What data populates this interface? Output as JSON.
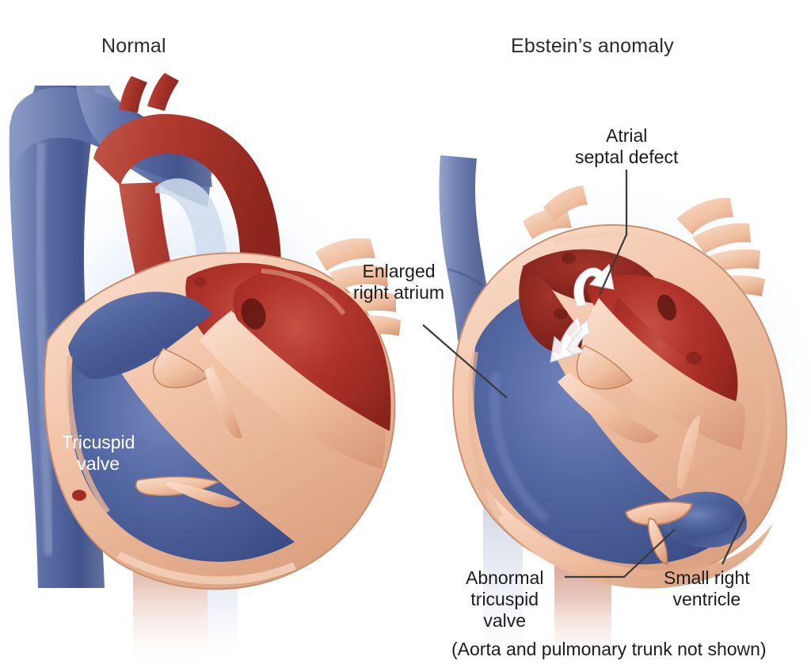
{
  "figure": {
    "kind": "medical-illustration",
    "subject": "Comparison of a normal heart and a heart with Ebstein's anomaly",
    "caption": "(Aorta and pulmonary trunk not shown)"
  },
  "panels": {
    "left": {
      "title": "Normal",
      "labels": [
        {
          "id": "tricuspid-valve",
          "text_line1": "Tricuspid",
          "text_line2": "valve",
          "color": "#ffffff"
        }
      ]
    },
    "right": {
      "title": "Ebstein’s anomaly",
      "labels": [
        {
          "id": "atrial-septal-defect",
          "text_line1": "Atrial",
          "text_line2": "septal defect",
          "color": "#1c1c1c"
        },
        {
          "id": "enlarged-right-atrium",
          "text_line1": "Enlarged",
          "text_line2": "right atrium",
          "color": "#1c1c1c"
        },
        {
          "id": "abnormal-tricuspid-valve",
          "text_line1": "Abnormal",
          "text_line2": "tricuspid",
          "text_line3": "valve",
          "color": "#1c1c1c"
        },
        {
          "id": "small-right-ventricle",
          "text_line1": "Small right",
          "text_line2": "ventricle",
          "color": "#1c1c1c"
        }
      ]
    }
  },
  "colors": {
    "background": "#ffffff",
    "oxygenated_red": "#b0322a",
    "red_dark": "#8e251f",
    "red_light": "#c94a3c",
    "deoxygenated_blue": "#5a6fa8",
    "blue_dark": "#3c4f86",
    "blue_light": "#8190bd",
    "myocardium_pink": "#f0bfa4",
    "myocardium_pink_light": "#f8d8c4",
    "myocardium_pink_dark": "#d99b7d",
    "outline": "#7a5540",
    "halo_blue": "#dce6f2",
    "label_text": "#1c1c1c",
    "leader_line": "#3a3a3a",
    "arrow_white": "#ffffff"
  },
  "annotations": {
    "flow_arrows": [
      {
        "id": "right-to-left-shunt-arrow",
        "direction": "up-right",
        "description": "blood crossing the atrial septal defect"
      },
      {
        "id": "downward-flow-arrow",
        "direction": "down-left",
        "description": "flow into enlarged right atrium"
      }
    ]
  }
}
